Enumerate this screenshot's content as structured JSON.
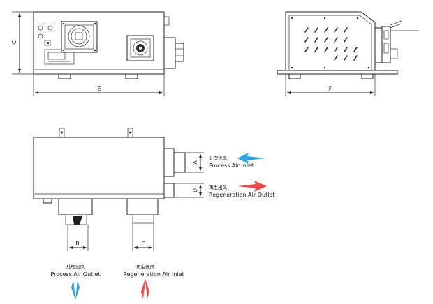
{
  "dimensions": {
    "c": "C",
    "e": "E",
    "f": "F",
    "a": "A",
    "d": "D",
    "b": "B",
    "c2": "C"
  },
  "labels": {
    "process_inlet_cn": "处理进风",
    "process_inlet_en": "Process Air Inlet",
    "regen_outlet_cn": "再生出风",
    "regen_outlet_en": "Regeneration Air Outlet",
    "process_outlet_cn": "处理出风",
    "process_outlet_en": "Process Air Outlet",
    "regen_inlet_cn": "再生进风",
    "regen_inlet_en": "Regeneration Air Inlet"
  },
  "colors": {
    "process_arrow": "#2aa6e8",
    "regen_arrow": "#ee4a4a"
  }
}
